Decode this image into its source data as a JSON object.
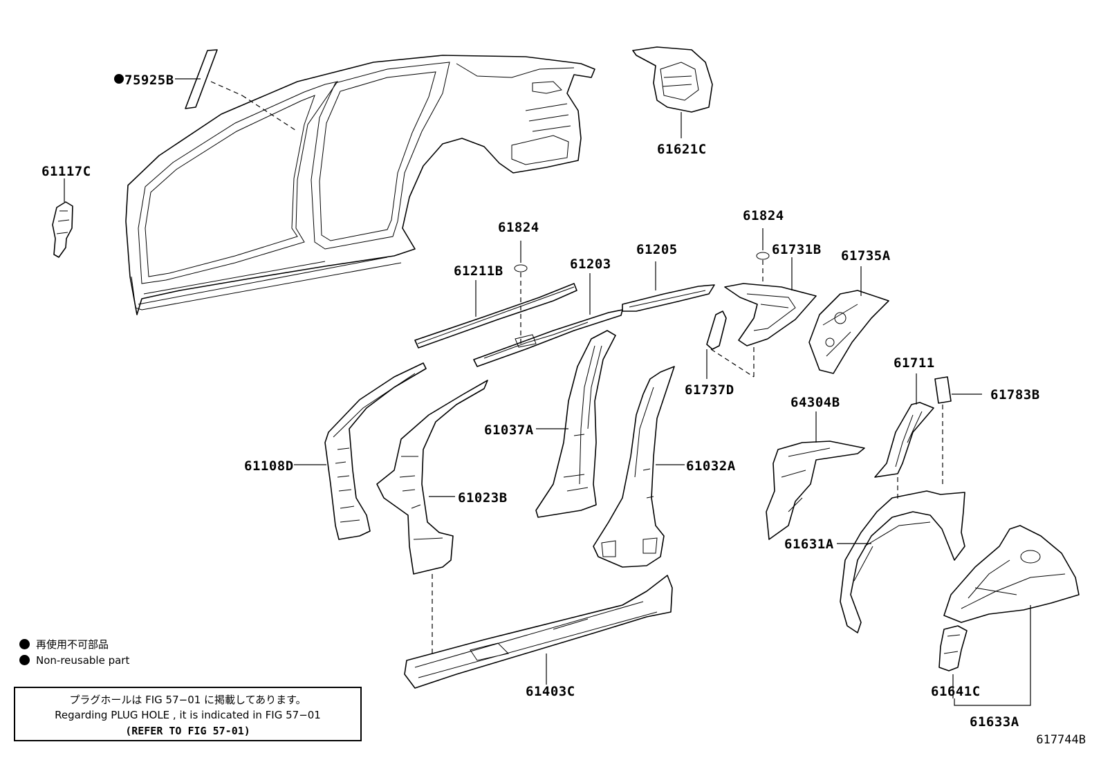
{
  "diagram": {
    "figure_id": "617744B",
    "parts": {
      "p75925B": "75925B",
      "p61117C": "61117C",
      "p61621C": "61621C",
      "p61824a": "61824",
      "p61824b": "61824",
      "p61211B": "61211B",
      "p61203": "61203",
      "p61205": "61205",
      "p61731B": "61731B",
      "p61735A": "61735A",
      "p61737D": "61737D",
      "p61711": "61711",
      "p61783B": "61783B",
      "p64304B": "64304B",
      "p61108D": "61108D",
      "p61023B": "61023B",
      "p61037A": "61037A",
      "p61032A": "61032A",
      "p61631A": "61631A",
      "p61641C": "61641C",
      "p61633A": "61633A",
      "p61403C": "61403C"
    },
    "legend": {
      "non_reusable_jp": "再使用不可部品",
      "non_reusable_en": "Non-reusable part"
    },
    "note": {
      "jp": "プラグホールは FIG 57−01 に掲載してあります。",
      "en": "Regarding  PLUG  HOLE , it is indicated in FIG  57−01",
      "ref": "(REFER TO FIG 57-01)"
    }
  }
}
